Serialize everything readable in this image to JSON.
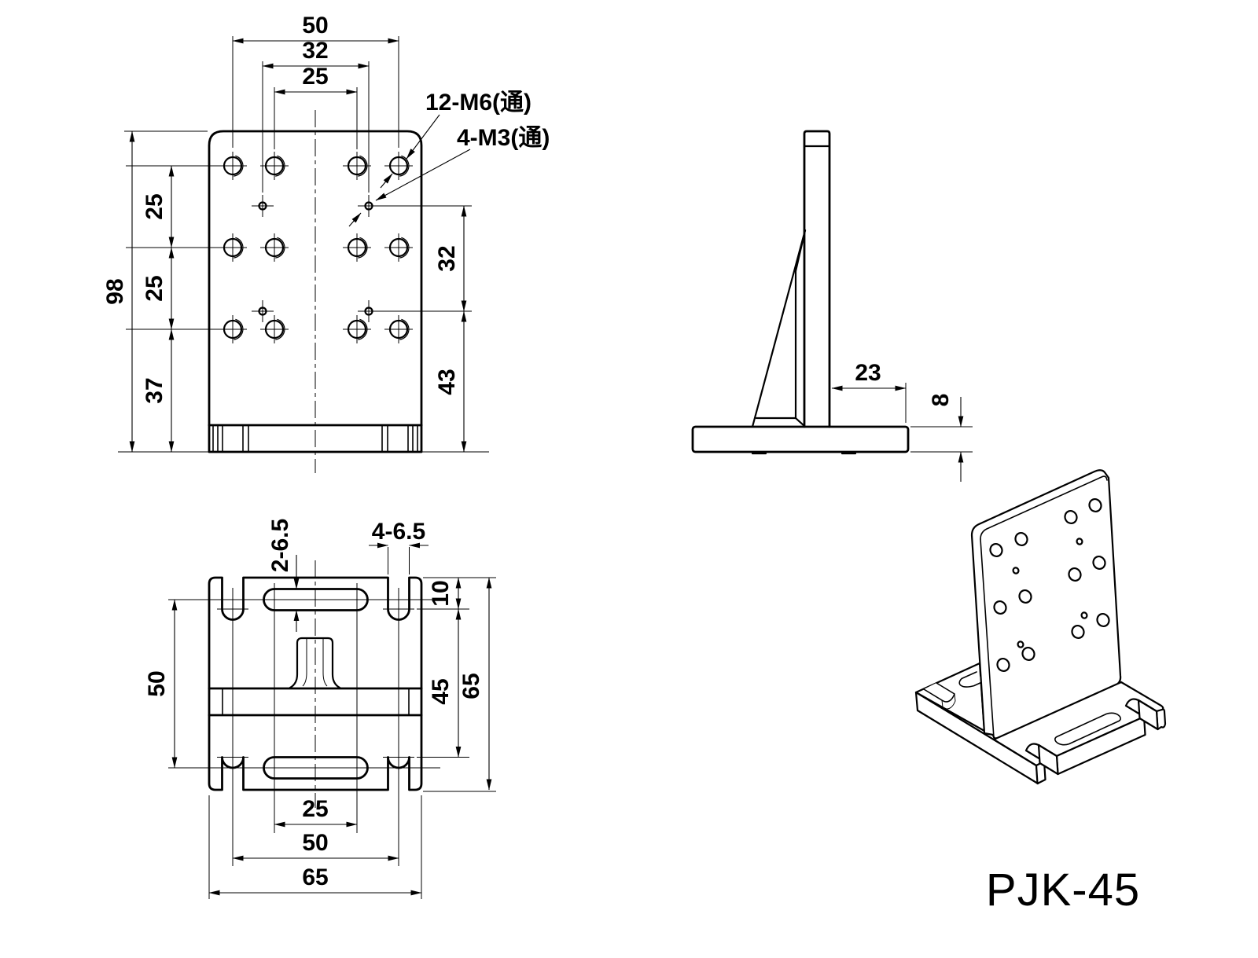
{
  "title": "PJK-45",
  "front_view": {
    "dim_50_top": "50",
    "dim_32_top": "32",
    "dim_25_top": "25",
    "dim_25_row1": "25",
    "dim_25_row2": "25",
    "dim_98": "98",
    "dim_37": "37",
    "dim_32_right": "32",
    "dim_43_right": "43",
    "leader_m6": "12-M6(通)",
    "leader_m3": "4-M3(通)"
  },
  "side_view": {
    "dim_23": "23",
    "dim_8": "8"
  },
  "bottom_view": {
    "dim_slot_width": "2-6.5",
    "dim_notch_width": "4-6.5",
    "dim_10": "10",
    "dim_50_left": "50",
    "dim_45": "45",
    "dim_65_right": "65",
    "dim_25_bottom": "25",
    "dim_50_bottom": "50",
    "dim_65_bottom": "65"
  }
}
